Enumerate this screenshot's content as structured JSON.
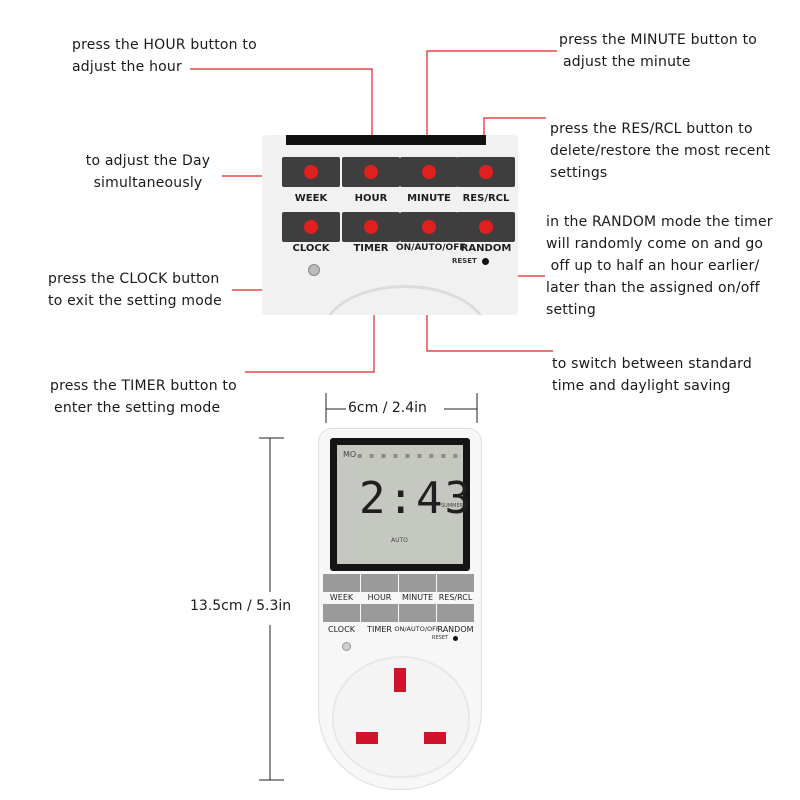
{
  "annotations": {
    "hour": [
      "press the HOUR button to",
      "adjust the hour"
    ],
    "minute": [
      "press the MINUTE  button to",
      "adjust the minute"
    ],
    "day": [
      "to adjust  the Day",
      "simultaneously"
    ],
    "resrcl": [
      "press the RES/RCL  button to",
      "delete/restore the most recent",
      "settings"
    ],
    "random": [
      "in the RANDOM mode the timer",
      "will randomly come on and go",
      " off up to half an hour earlier/",
      "later than the assigned on/off",
      "setting"
    ],
    "clock": [
      "press the CLOCK  button",
      "to exit the setting mode"
    ],
    "dst": [
      "to switch between standard",
      "time and daylight saving"
    ],
    "timer": [
      "press the TIMER button to",
      "enter the setting mode"
    ]
  },
  "buttons": {
    "week": "WEEK",
    "hour": "HOUR",
    "minute": "MINUTE",
    "resrcl": "RES/RCL",
    "clock": "CLOCK",
    "timer": "TIMER",
    "onautooff": "ON/AUTO/OFF",
    "random": "RANDOM",
    "reset": "RESET"
  },
  "display": {
    "day": "MO",
    "time": "2:43",
    "summer": "SUMMER",
    "mode": "AUTO"
  },
  "dimensions": {
    "width": "6cm / 2.4in",
    "height": "13.5cm / 5.3in"
  },
  "colors": {
    "pointer_line": "#e02424",
    "button_dot": "#e01f1f",
    "dimension_line": "#222222"
  }
}
